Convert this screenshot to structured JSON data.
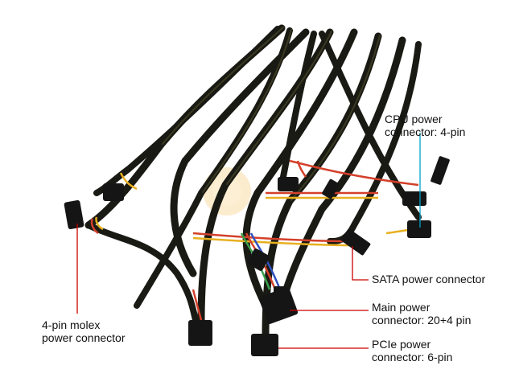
{
  "callouts": {
    "cpu": {
      "line1": "CPU power",
      "line2": "connector: 4-pin"
    },
    "sata": {
      "line1": "SATA power connector"
    },
    "main": {
      "line1": "Main power",
      "line2": "connector: 20+4 pin"
    },
    "pcie": {
      "line1": "PCIe power",
      "line2": "connector: 6-pin"
    },
    "molex": {
      "line1": "4-pin molex",
      "line2": "power connector"
    }
  },
  "colors": {
    "sleeve": "#1a1a14",
    "sleeve_highlight": "#3b3a22",
    "connector": "#151515",
    "wire_red": "#d4402a",
    "wire_yellow": "#e8b020",
    "leader_red": "#cc0000",
    "leader_cyan": "#00a0c8",
    "watermark_orange": "#f5a623"
  }
}
